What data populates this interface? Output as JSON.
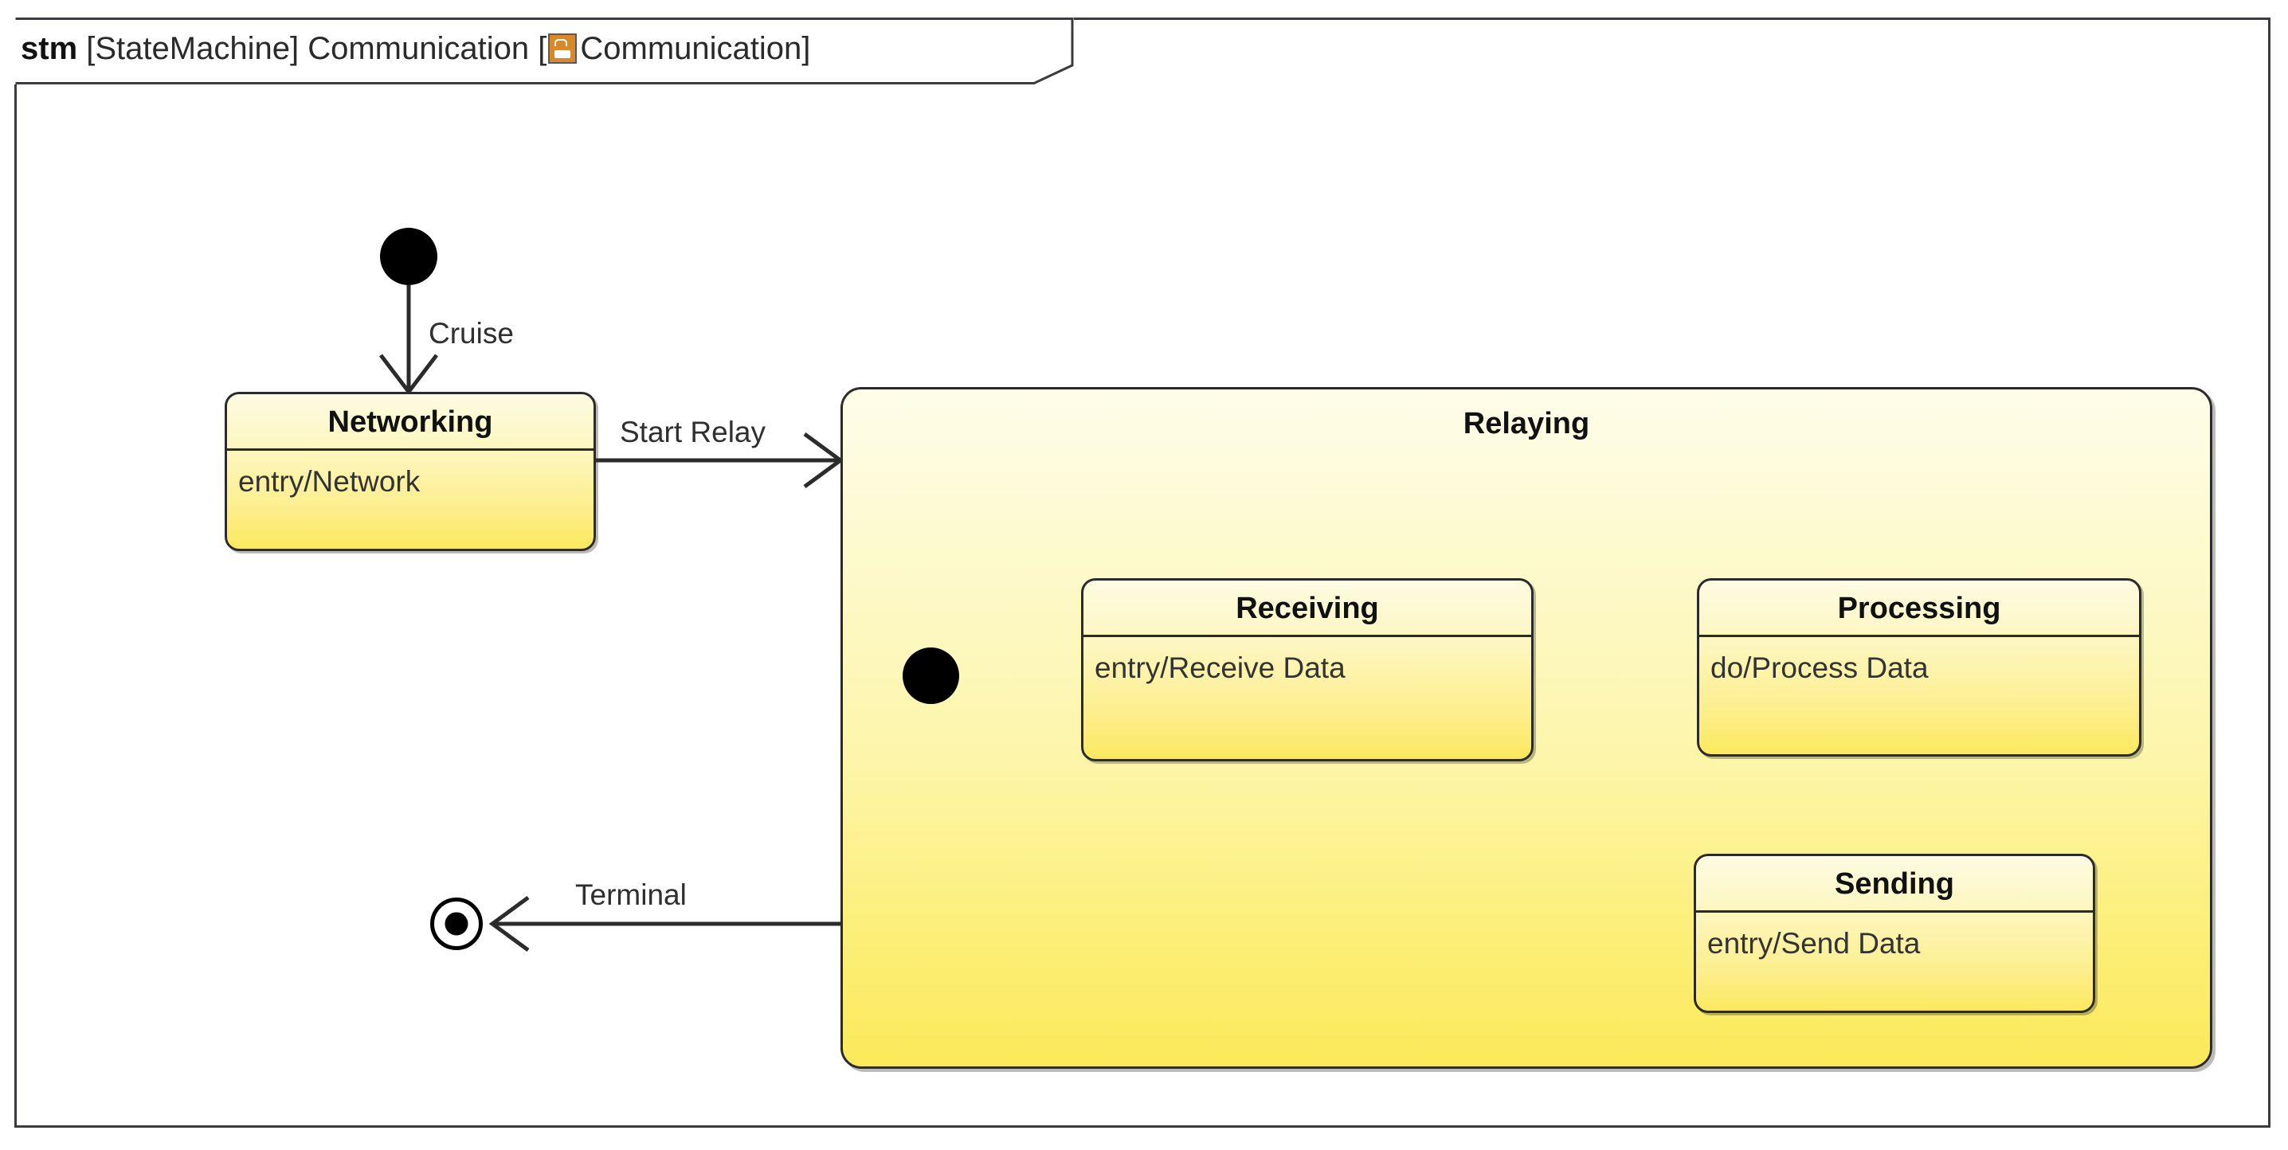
{
  "diagram": {
    "kind_abbrev": "stm",
    "kind_full": "[StateMachine]",
    "name": "Communication",
    "frame_icon": "state-machine-icon",
    "frame_qualifier_open": "[",
    "frame_qualifier_name": "Communication",
    "frame_qualifier_close": "]",
    "title_full": "stm [StateMachine] Communication [Communication]"
  },
  "colors": {
    "state_fill_top": "#fdfbe2",
    "state_fill_bottom": "#fce95f",
    "composite_fill_top": "#fefde9",
    "composite_fill_bottom": "#fbe95a",
    "border": "#2b2b2b",
    "frame_border": "#3b3b3f",
    "icon_accent": "#d9892a",
    "text": "#111111",
    "body_text": "#333333",
    "canvas": "#ffffff"
  },
  "nodes": {
    "initial_top": {
      "label": "",
      "type": "initial-pseudostate"
    },
    "networking": {
      "name": "Networking",
      "behavior": "entry/Network",
      "type": "simple-state"
    },
    "relaying": {
      "name": "Relaying",
      "type": "composite-state"
    },
    "initial_inner": {
      "label": "",
      "type": "initial-pseudostate"
    },
    "receiving": {
      "name": "Receiving",
      "behavior": "entry/Receive Data",
      "type": "simple-state"
    },
    "processing": {
      "name": "Processing",
      "behavior": "do/Process Data",
      "type": "simple-state"
    },
    "sending": {
      "name": "Sending",
      "behavior": "entry/Send Data",
      "type": "simple-state"
    },
    "final": {
      "label": "",
      "type": "final-state"
    }
  },
  "transitions": [
    {
      "id": "t1",
      "label": "Cruise",
      "source": "initial_top",
      "target": "networking"
    },
    {
      "id": "t2",
      "label": "Start Relay",
      "source": "networking",
      "target": "relaying"
    },
    {
      "id": "t3",
      "label": "",
      "source": "initial_inner",
      "target": "receiving"
    },
    {
      "id": "t4",
      "label": "",
      "source": "receiving",
      "target": "processing"
    },
    {
      "id": "t5",
      "label": "",
      "source": "processing",
      "target": "sending"
    },
    {
      "id": "t6",
      "label": "",
      "source": "sending",
      "target": "receiving"
    },
    {
      "id": "t7",
      "label": "Terminal",
      "source": "relaying",
      "target": "final"
    }
  ],
  "labels": {
    "cruise": "Cruise",
    "start_relay": "Start Relay",
    "terminal": "Terminal"
  }
}
